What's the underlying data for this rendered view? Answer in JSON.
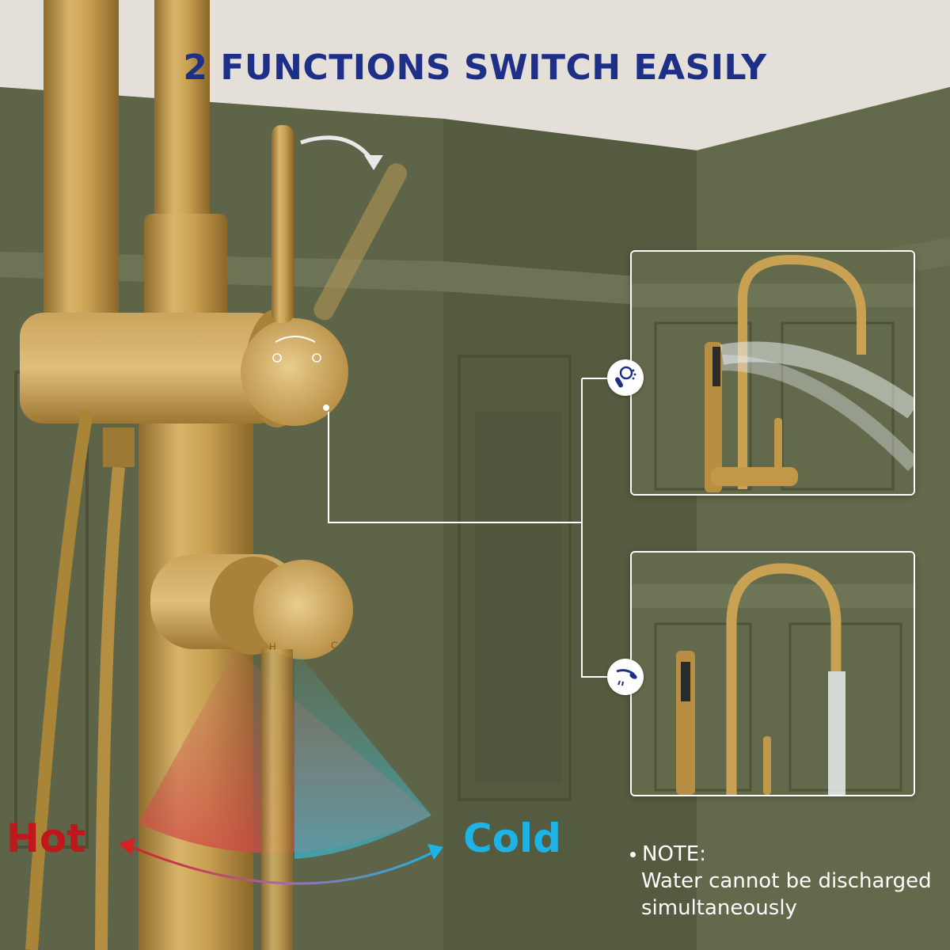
{
  "header": {
    "title": "2 FUNCTIONS SWITCH EASILY"
  },
  "diverter": {
    "panels": [
      {
        "mode": "handheld-shower",
        "icon": "handheld-shower-spray-icon"
      },
      {
        "mode": "tub-spout",
        "icon": "handheld-shower-off-icon"
      }
    ]
  },
  "mixer": {
    "hot_label": "Hot",
    "cold_label": "Cold",
    "knob_letters": {
      "hot": "H",
      "cold": "C"
    }
  },
  "note": {
    "heading": "NOTE:",
    "body": "Water cannot be discharged simultaneously"
  },
  "colors": {
    "title": "#1d2f86",
    "hot": "#c0171b",
    "cold": "#1db3e6",
    "brass": "#c9a55a",
    "wall": "#5f6548"
  }
}
